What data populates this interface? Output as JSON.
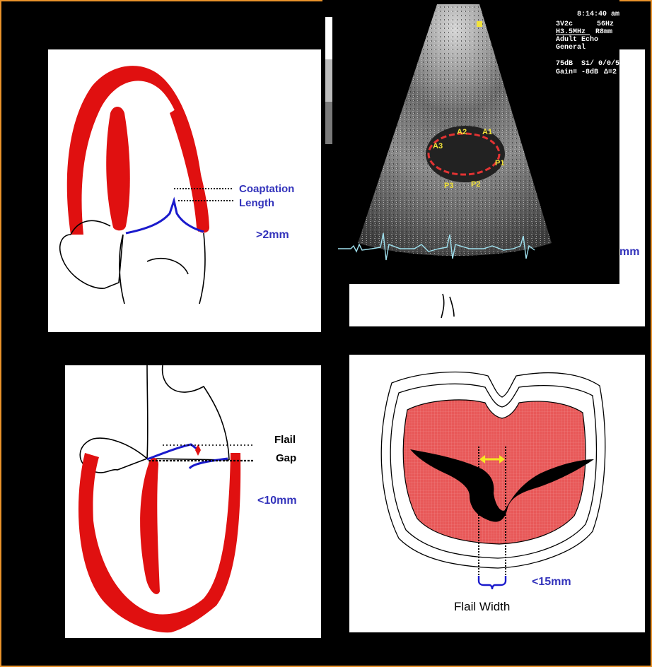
{
  "colors": {
    "background": "#000000",
    "border": "#e8922a",
    "muscle": "#e01010",
    "leaflet": "#1a1acc",
    "label_blue": "#3333bb",
    "fill_red": "#e85858",
    "arrow_yellow": "#f5e622",
    "ecg": "#9fe0ee"
  },
  "panel_coaptation": {
    "label_line1": "Coaptation",
    "label_line2": "Length",
    "threshold": ">2mm"
  },
  "panel_echo": {
    "time": "8:14:40 am",
    "probe": "3V2c",
    "freq": "H3.5MHz",
    "preset1": "Adult Echo",
    "preset2": "General",
    "rate": "56Hz",
    "depth": "R8mm",
    "db": "75dB",
    "s1": "S1/ 0/0/5",
    "gain": "Gain= -8dB",
    "delta": "Δ=2",
    "segments": [
      "A2",
      "A1",
      "A3",
      "P1",
      "P3",
      "P2"
    ],
    "partial_label": "mm"
  },
  "panel_flail_gap": {
    "label_line1": "Flail",
    "label_line2": "Gap",
    "threshold": "<10mm"
  },
  "panel_flail_width": {
    "threshold": "<15mm",
    "label": "Flail Width"
  }
}
